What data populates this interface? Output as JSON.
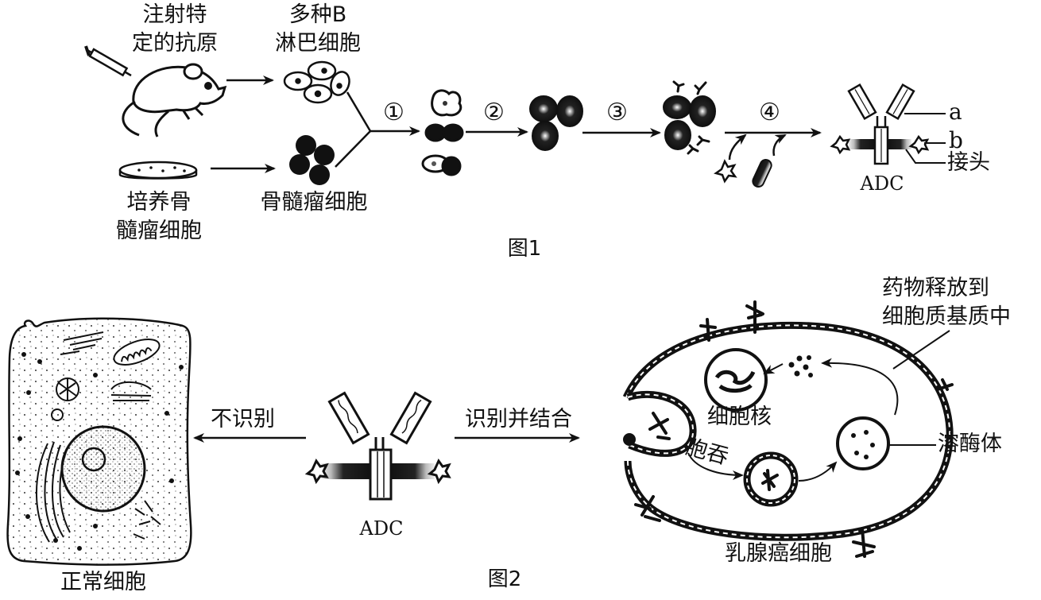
{
  "figure1": {
    "caption": "图1",
    "mouse_label_line1": "注射特",
    "mouse_label_line2": "定的抗原",
    "bcell_label_line1": "多种B",
    "bcell_label_line2": "淋巴细胞",
    "dish_label_line1": "培养骨",
    "dish_label_line2": "髓瘤细胞",
    "myeloma_label": "骨髓瘤细胞",
    "steps": [
      "①",
      "②",
      "③",
      "④"
    ],
    "adc_parts": {
      "a": "a",
      "b": "b",
      "linker": "接头"
    },
    "adc_label": "ADC"
  },
  "figure2": {
    "caption": "图2",
    "normal_cell_label": "正常细胞",
    "not_recognize_label": "不识别",
    "recognize_bind_label": "识别并结合",
    "adc_label": "ADC",
    "drug_release_line1": "药物释放到",
    "drug_release_line2": "细胞质基质中",
    "nucleus_label": "细胞核",
    "endocytosis_label": "胞吞",
    "lysosome_label": "溶酶体",
    "cancer_cell_label": "乳腺癌细胞"
  },
  "colors": {
    "ink": "#111111",
    "background": "#ffffff",
    "shade": "#555555"
  }
}
